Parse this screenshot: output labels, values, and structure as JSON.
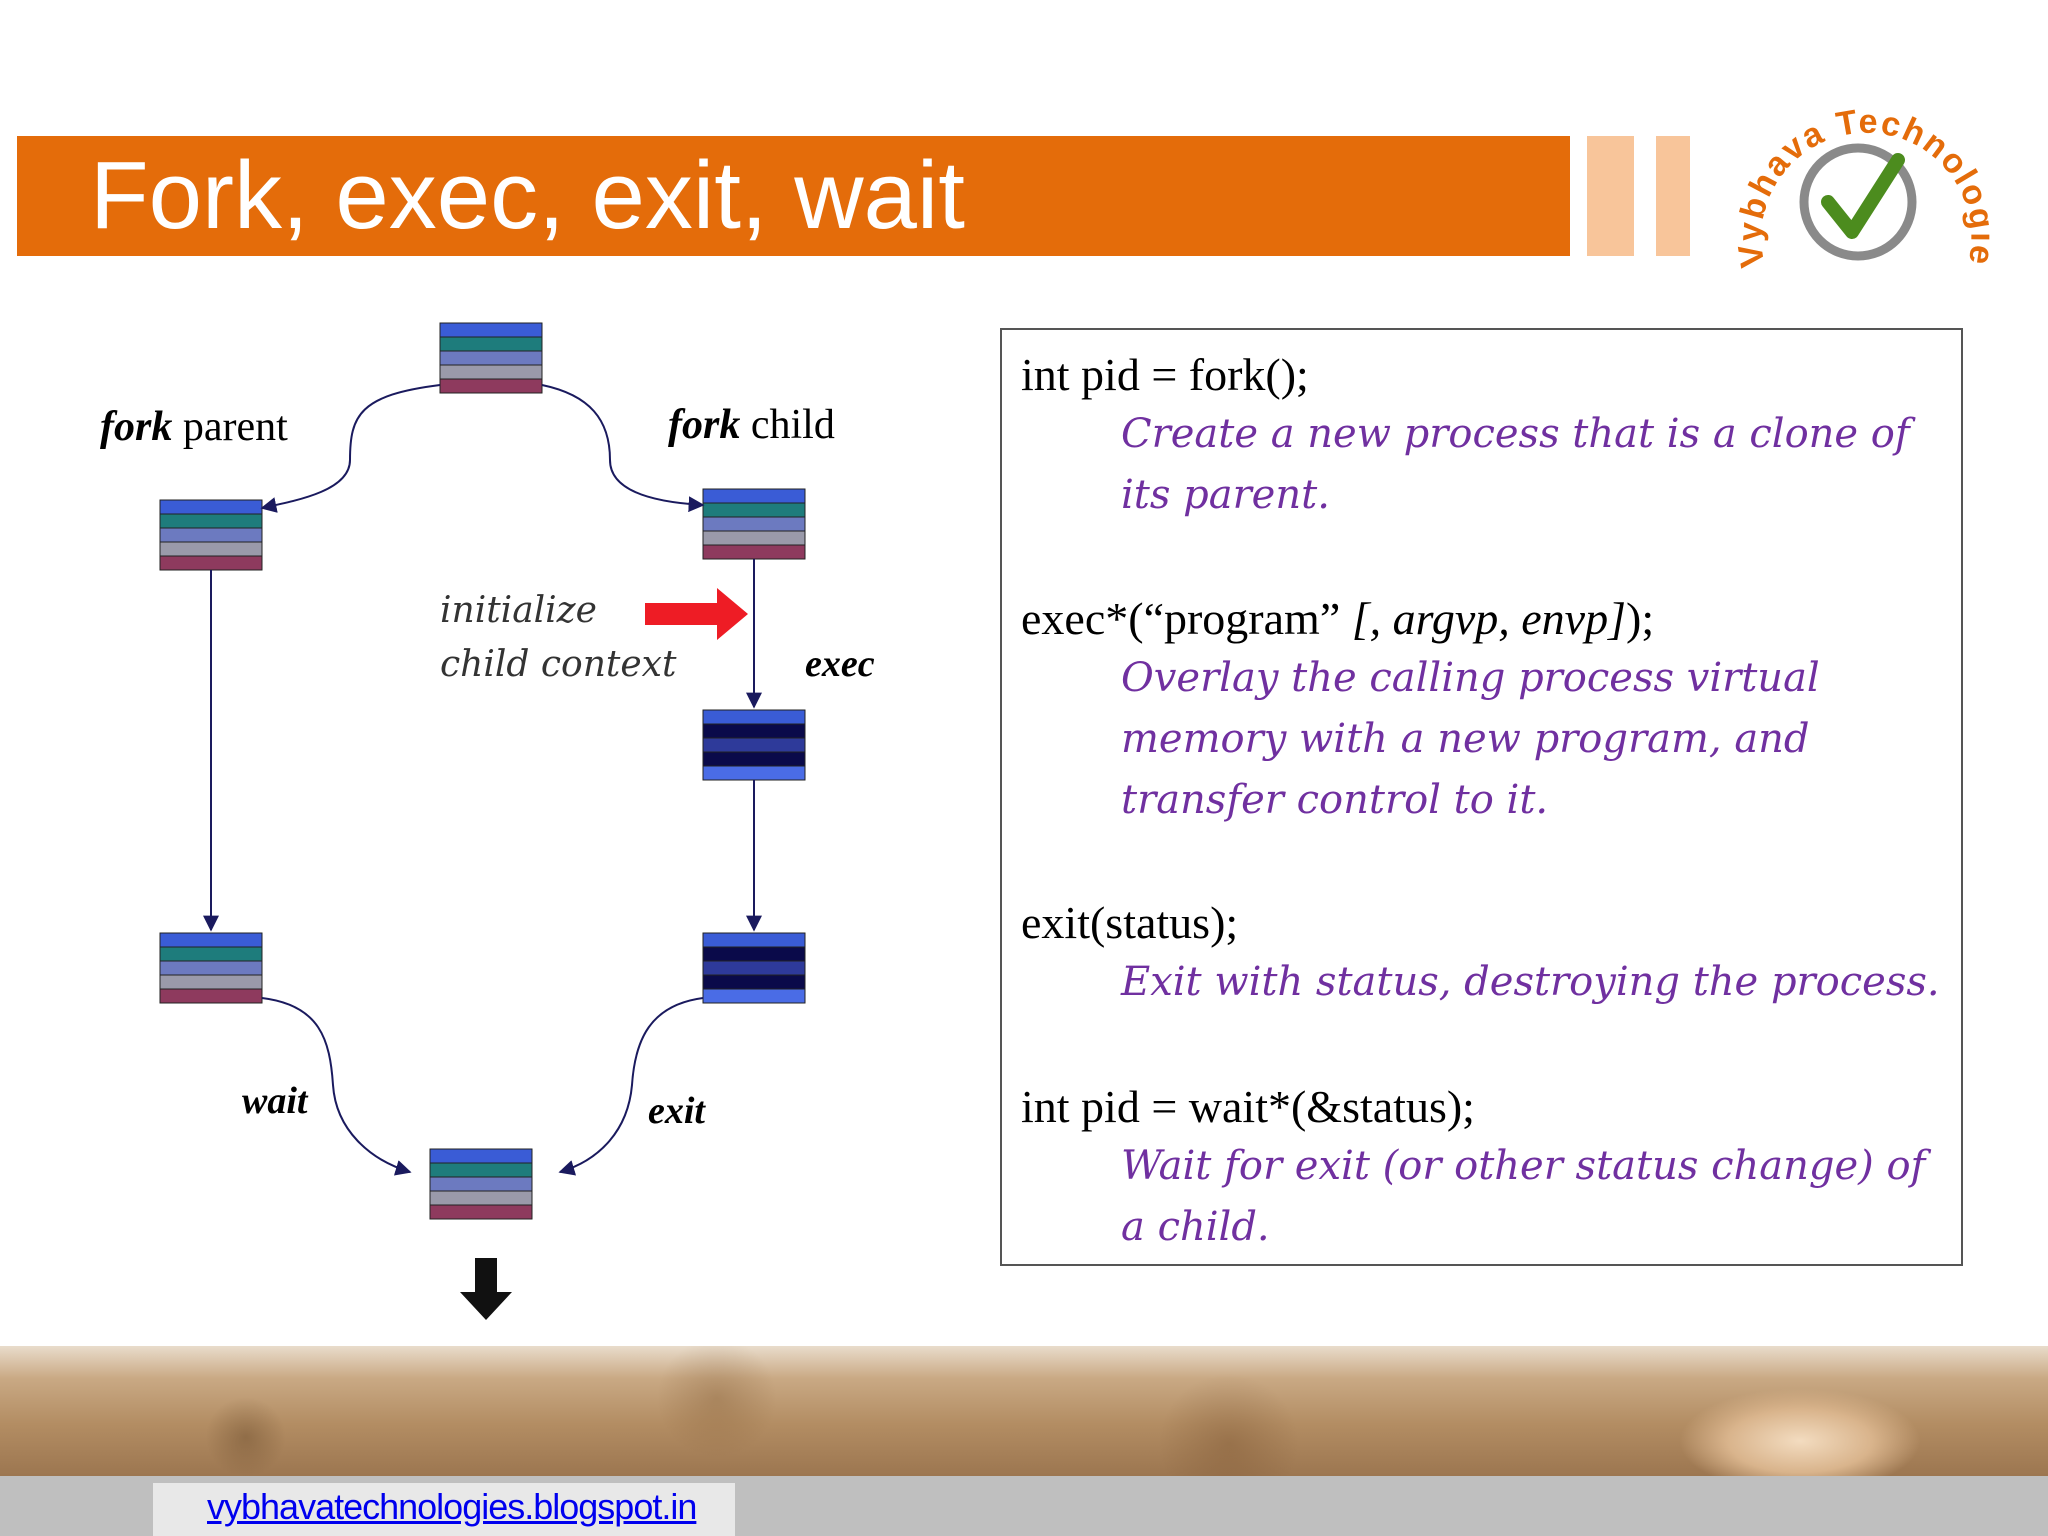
{
  "slide": {
    "title": "Fork, exec, exit, wait",
    "footer_link": "vybhavatechnologies.blogspot.in",
    "logo_text": "Vybhava Technologies"
  },
  "diagram": {
    "fork_parent": {
      "keyword": "fork",
      "rest": " parent"
    },
    "fork_child": {
      "keyword": "fork",
      "rest": " child"
    },
    "init_line1": "initialize",
    "init_line2": "child context",
    "exec": "exec",
    "wait": "wait",
    "exit": "exit"
  },
  "code": {
    "fork_call": "int pid = fork();",
    "fork_desc_1": "Create a new process that is a clone of",
    "fork_desc_2": "its parent.",
    "exec_call_pre": "exec*(“program” ",
    "exec_call_opt": "[, argvp, envp]",
    "exec_call_post": ");",
    "exec_desc_1": "Overlay the calling process virtual",
    "exec_desc_2": "memory with a new program, and",
    "exec_desc_3": "transfer control to it.",
    "exit_call": "exit(status);",
    "exit_desc_1": "Exit with status, destroying the process.",
    "wait_call": "int pid = wait*(&status);",
    "wait_desc_1": "Wait for exit (or other status change) of",
    "wait_desc_2": "a child."
  },
  "colors": {
    "title_bar": "#E46C0A",
    "deco": "#F8C59A",
    "desc_text": "#7030A0",
    "arrow_red": "#EE1C25"
  }
}
